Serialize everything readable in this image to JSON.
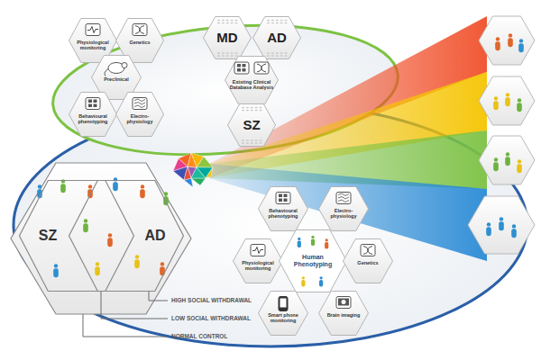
{
  "diagram": {
    "nodes": [
      {
        "text": [
          "Physiological monitoring"
        ]
      },
      {
        "text": [
          "Genetics"
        ]
      },
      {
        "text": [
          "Preclinical"
        ]
      },
      {
        "text": [
          "Behavioural phenotyping"
        ]
      },
      {
        "text": [
          "Electro-physiology"
        ]
      },
      {
        "text": [
          "MD"
        ]
      },
      {
        "text": [
          "AD"
        ]
      },
      {
        "text": [
          "Existing Clinical Database Analysis"
        ]
      },
      {
        "text": [
          "SZ"
        ]
      },
      {
        "text": [
          "SZ"
        ]
      },
      {
        "text": [
          "AD"
        ]
      },
      {
        "text": [
          "Behavioural phenotyping"
        ]
      },
      {
        "text": [
          "Electro-physiology"
        ]
      },
      {
        "text": [
          "Physiological monitoring"
        ]
      },
      {
        "text": [
          "Human Phenotyping"
        ]
      },
      {
        "text": [
          "Genetics"
        ]
      },
      {
        "text": [
          "Smart phone monitoring"
        ]
      },
      {
        "text": [
          "Brain imaging"
        ]
      }
    ],
    "labels": [
      "HIGH SOCIAL WITHDRAWAL",
      "LOW SOCIAL WITHDRAWAL",
      "NORMAL CONTROL"
    ]
  }
}
